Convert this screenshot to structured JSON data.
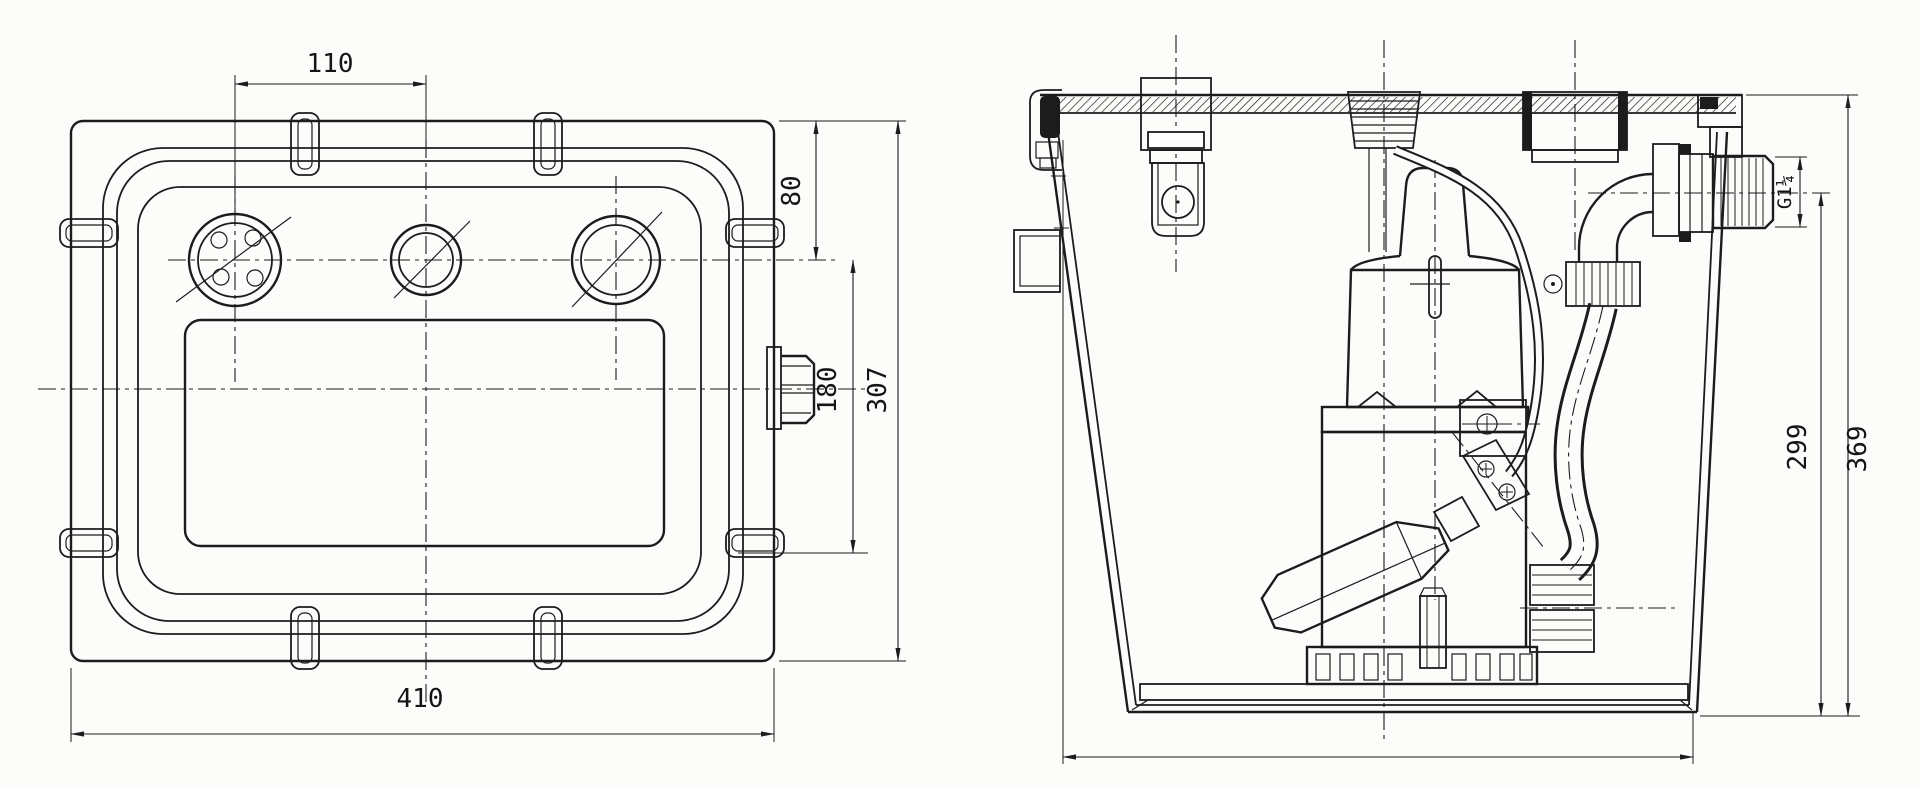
{
  "drawing": {
    "description": "Technical dimension drawing of a lifting-station tank: top view of lid (left) and sectional side view with submersible pump (right)",
    "colors": {
      "background": "#fcfcfa",
      "line": "#1c1c1c"
    }
  },
  "left_view": {
    "dims": {
      "hole_spacing": "110",
      "top_to_holes": "80",
      "holes_to_rim": "180",
      "overall_height": "307",
      "overall_width": "410"
    }
  },
  "right_view": {
    "dims": {
      "outlet_thread": "G1¼",
      "outlet_center_height": "299",
      "overall_height": "369"
    }
  }
}
